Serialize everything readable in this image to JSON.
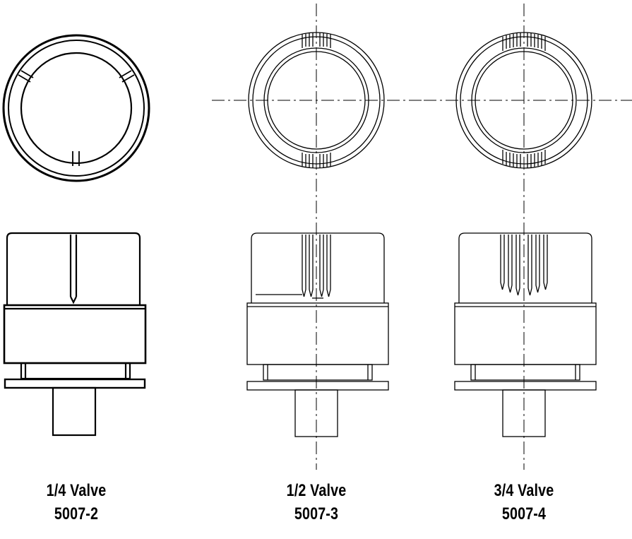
{
  "valves": [
    {
      "label": "1/4 Valve",
      "part_number": "5007-2"
    },
    {
      "label": "1/2 Valve",
      "part_number": "5007-3"
    },
    {
      "label": "3/4 Valve",
      "part_number": "5007-4"
    }
  ],
  "colors": {
    "line": "#000000",
    "background": "#ffffff"
  }
}
